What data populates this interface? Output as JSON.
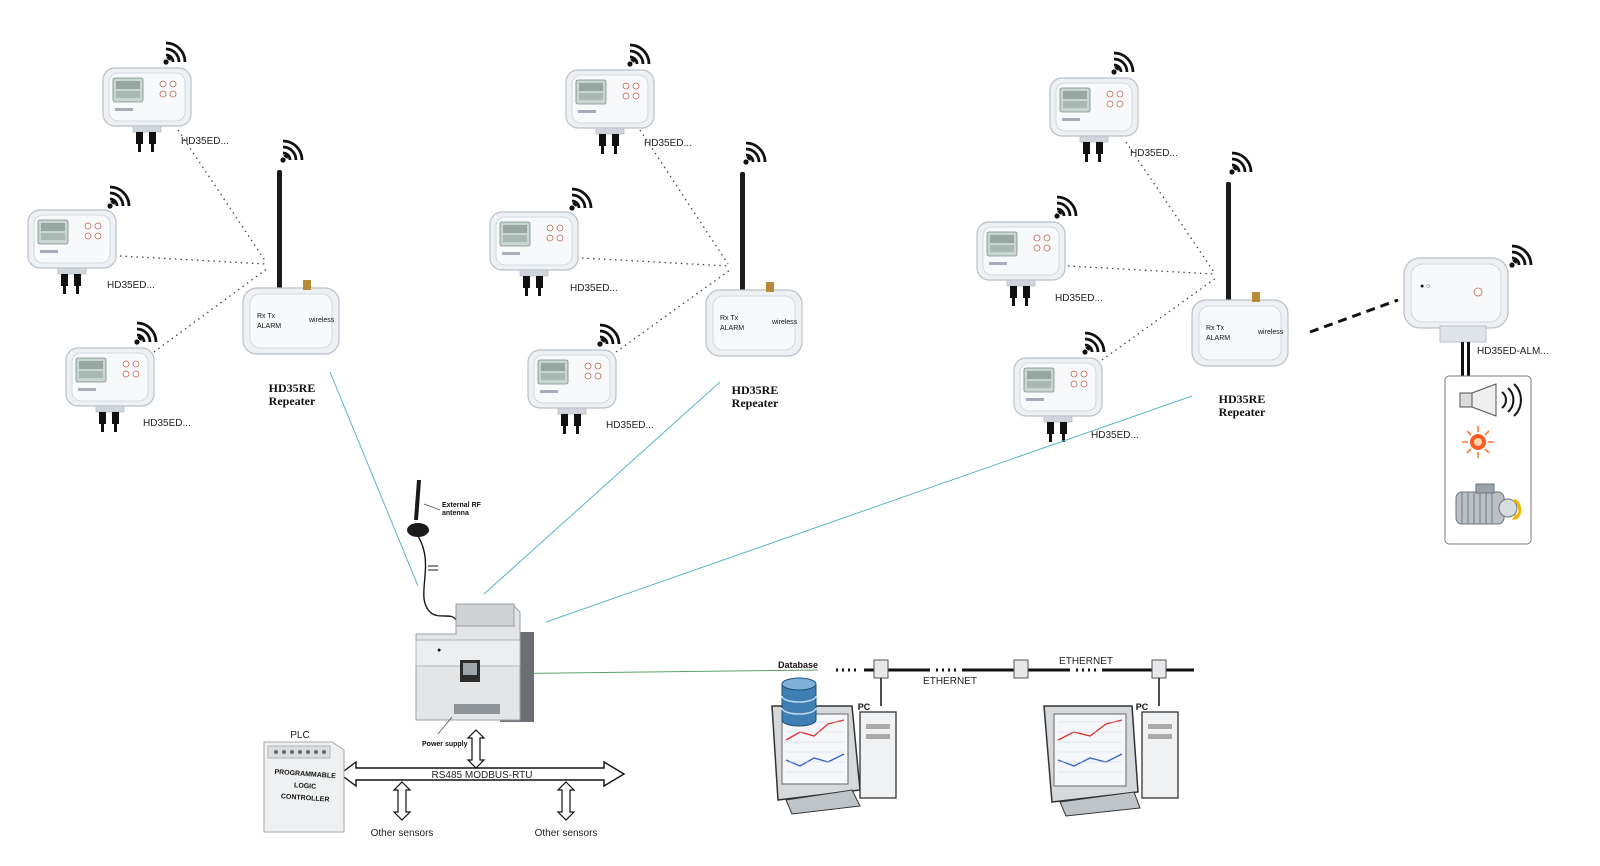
{
  "repeaters": [
    {
      "model": "HD35RE",
      "role": "Repeater"
    },
    {
      "model": "HD35RE",
      "role": "Repeater"
    },
    {
      "model": "HD35RE",
      "role": "Repeater"
    }
  ],
  "nodes": [
    {
      "label": "HD35ED..."
    },
    {
      "label": "HD35ED..."
    },
    {
      "label": "HD35ED..."
    },
    {
      "label": "HD35ED..."
    },
    {
      "label": "HD35ED..."
    },
    {
      "label": "HD35ED..."
    },
    {
      "label": "HD35ED..."
    },
    {
      "label": "HD35ED..."
    },
    {
      "label": "HD35ED..."
    }
  ],
  "alarm_module": {
    "label": "HD35ED-ALM..."
  },
  "base_station": {
    "antenna_label_line1": "External RF",
    "antenna_label_line2": "antenna",
    "power_label": "Power supply"
  },
  "bus": {
    "label": "RS485 MODBUS-RTU",
    "other_sensors_1": "Other sensors",
    "other_sensors_2": "Other sensors"
  },
  "plc": {
    "title": "PLC",
    "line1": "PROGRAMMABLE",
    "line2": "LOGIC",
    "line3": "CONTROLLER"
  },
  "network": {
    "database_label": "Database",
    "ethernet_label_1": "ETHERNET",
    "ethernet_label_2": "ETHERNET",
    "pc_label_1": "PC",
    "pc_label_2": "PC"
  },
  "colors": {
    "link_cyan": "#5bb7c4",
    "device_white": "#eef1f4",
    "antenna": "#1a1a1a",
    "database_blue": "#3f7fb3",
    "alarm_light": "#ff5a1f"
  }
}
